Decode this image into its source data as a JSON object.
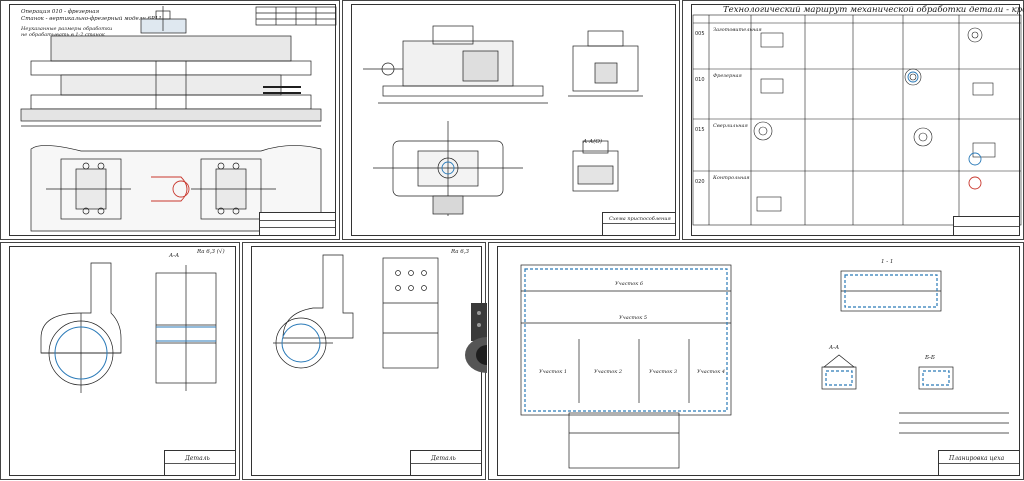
{
  "sheet1": {
    "operation": "Операция 010 - фрезерная",
    "machine": "Станок - вертикально-фрезерный модели 6Р11",
    "notes": [
      "Неуказанные размеры обработки",
      "не обрабатывать в 1-2 станок"
    ]
  },
  "sheet2": {
    "section_label": "А-А(О)",
    "stamp_text": "Схема приспособления"
  },
  "sheet3": {
    "title": "Технологический маршрут механической обработки детали - кронштейн",
    "operations": [
      "005",
      "010",
      "015",
      "020"
    ],
    "op_names": [
      "Заготовительная",
      "Фрезерная",
      "Сверлильная",
      "Контрольная"
    ]
  },
  "sheet4": {
    "section_label": "А-А",
    "stamp_title": "Деталь",
    "roughness": "Ra 6,3 (√)"
  },
  "sheet5": {
    "stamp_title": "Деталь",
    "roughness": "Ra 6,3"
  },
  "sheet6": {
    "areas": [
      "Участок 6",
      "Участок 5",
      "Участок 1",
      "Участок 2",
      "Участок 3",
      "Участок 4"
    ],
    "view_label": "1 - 1",
    "section_a": "А-А",
    "section_b": "Б-Б",
    "stamp_title": "Планировка цеха"
  },
  "colors": {
    "line": "#1f1f1f",
    "accent": "#2a7ab8",
    "red": "#c8372d"
  }
}
